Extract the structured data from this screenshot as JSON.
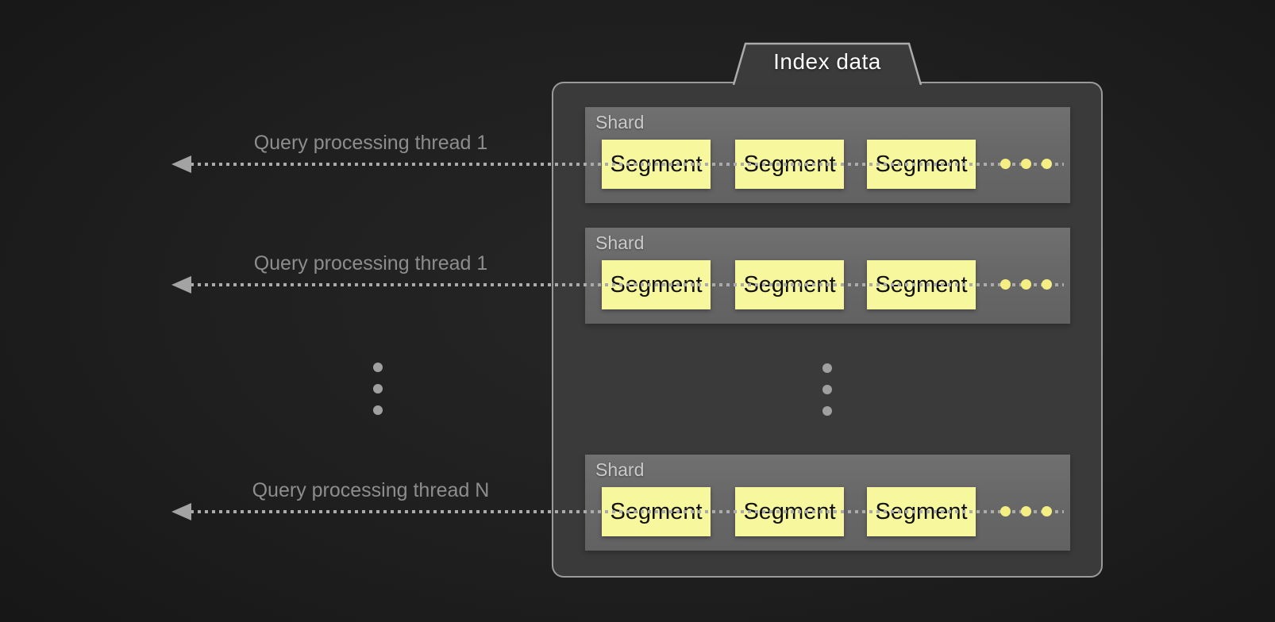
{
  "tab": {
    "label": "Index data"
  },
  "threads": [
    {
      "label": "Query processing thread 1"
    },
    {
      "label": "Query processing thread 1"
    },
    {
      "label": "Query processing thread N"
    }
  ],
  "shards": [
    {
      "label": "Shard",
      "segments": [
        "Segment",
        "Segment",
        "Segment"
      ]
    },
    {
      "label": "Shard",
      "segments": [
        "Segment",
        "Segment",
        "Segment"
      ]
    },
    {
      "label": "Shard",
      "segments": [
        "Segment",
        "Segment",
        "Segment"
      ]
    }
  ],
  "icons": {
    "thread_arrow": "left-arrow-icon",
    "more_shards": "vertical-ellipsis-icon",
    "more_segments": "horizontal-ellipsis-icon"
  },
  "colors": {
    "background": "#1a1a1a",
    "container_fill": "#3a3a3a",
    "container_border": "#ababab",
    "shard_fill": "#6a6a6a",
    "segment_fill": "#f7f89e",
    "segment_text": "#111111",
    "dotted_line": "#ababab",
    "yellow_dot": "#f5ee82",
    "thread_label": "#8d8d8d",
    "shard_label": "#cacaca",
    "tab_text": "#ffffff"
  }
}
